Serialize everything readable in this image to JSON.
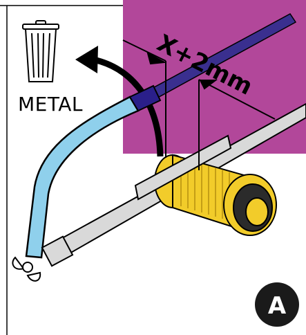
{
  "labels": {
    "bin_label": "METAL",
    "dimension_label": "X+2mm",
    "step_letter": "A"
  },
  "icons": [
    "trash-bin-icon",
    "curved-arrow-icon",
    "hacksaw-icon",
    "wing-nut-icon",
    "threaded-fitting-icon"
  ],
  "colors": {
    "highlight": "#b2479a",
    "saw_frame": "#8fd0ec",
    "saw_frame_dark": "#2a1f8a",
    "blade": "#d9d9d9",
    "fitting": "#f2cc2a",
    "badge": "#1a1a1a",
    "outline": "#000000"
  }
}
